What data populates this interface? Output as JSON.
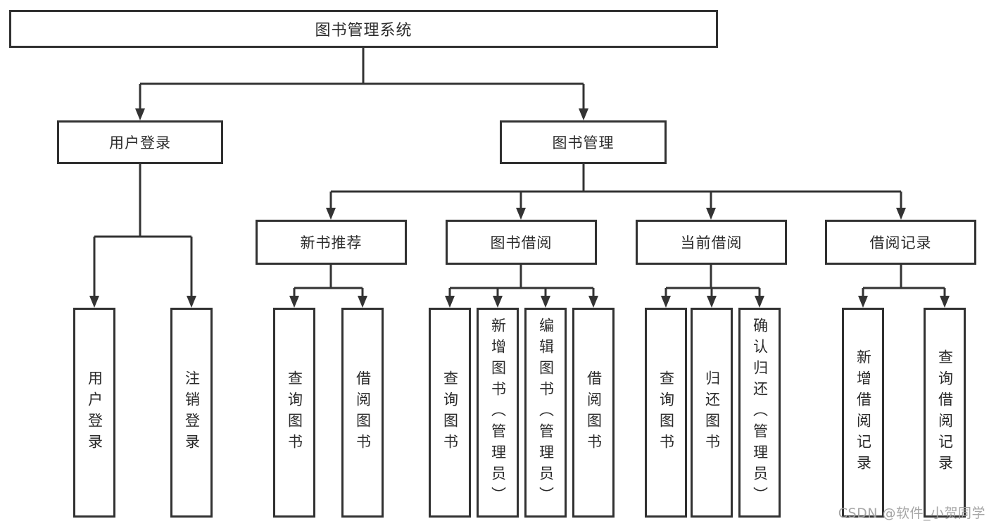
{
  "diagram": {
    "type": "hierarchy-tree",
    "watermark": "CSDN @软件_小贺同学",
    "colors": {
      "line": "#333333",
      "box_border": "#313131",
      "text": "#2b2b2b",
      "watermark_text": "#9e9e9e",
      "background": "#ffffff"
    },
    "tree": {
      "label": "图书管理系统",
      "children": [
        {
          "label": "用户登录",
          "children": [
            {
              "label": "用户登录"
            },
            {
              "label": "注销登录"
            }
          ]
        },
        {
          "label": "图书管理",
          "children": [
            {
              "label": "新书推荐",
              "children": [
                {
                  "label": "查询图书"
                },
                {
                  "label": "借阅图书"
                }
              ]
            },
            {
              "label": "图书借阅",
              "children": [
                {
                  "label": "查询图书"
                },
                {
                  "label": "新增图书（管理员）"
                },
                {
                  "label": "编辑图书（管理员）"
                },
                {
                  "label": "借阅图书"
                }
              ]
            },
            {
              "label": "当前借阅",
              "children": [
                {
                  "label": "查询图书"
                },
                {
                  "label": "归还图书"
                },
                {
                  "label": "确认归还（管理员）"
                }
              ]
            },
            {
              "label": "借阅记录",
              "children": [
                {
                  "label": "新增借阅记录"
                },
                {
                  "label": "查询借阅记录"
                }
              ]
            }
          ]
        }
      ]
    }
  }
}
